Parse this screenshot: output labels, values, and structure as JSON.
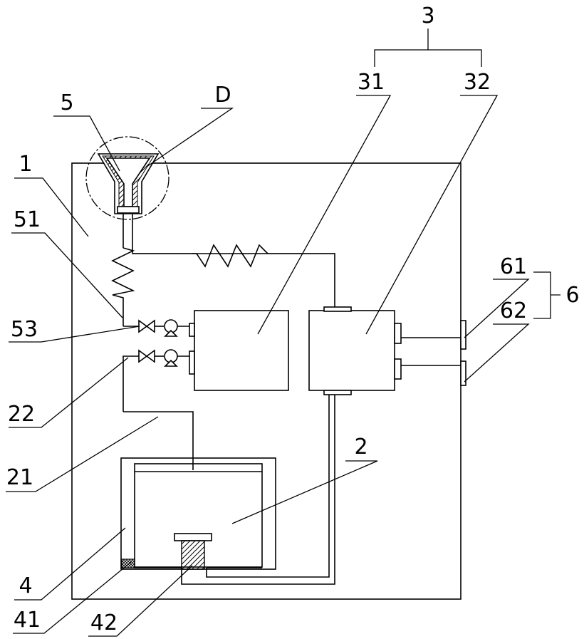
{
  "labels": {
    "l1": "1",
    "l2": "2",
    "l3": "3",
    "l4": "4",
    "l5": "5",
    "l6": "6",
    "l21": "21",
    "l22": "22",
    "l31": "31",
    "l32": "32",
    "l41": "41",
    "l42": "42",
    "l51": "51",
    "l53": "53",
    "l61": "61",
    "l62": "62",
    "lD": "D"
  }
}
